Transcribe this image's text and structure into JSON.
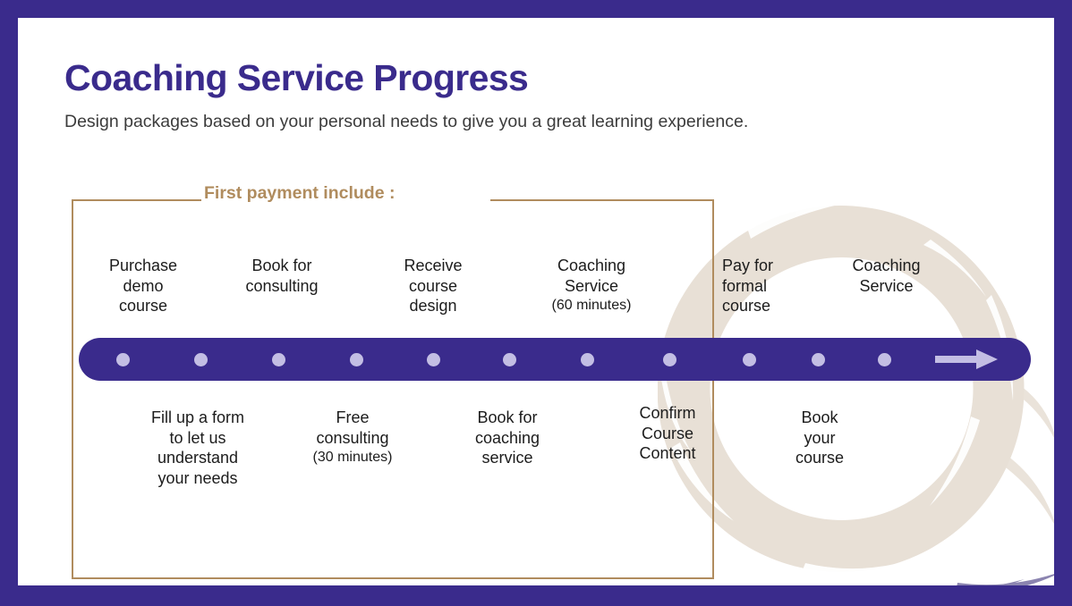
{
  "page": {
    "frame_color": "#3a2b8c",
    "canvas_color": "#ffffff",
    "accent_gold": "#b08c5e",
    "accent_purple": "#3a2b8c",
    "dot_color": "#c3bee4",
    "brush_color": "#e8e0d6"
  },
  "header": {
    "title": "Coaching Service Progress",
    "subtitle": "Design packages based on your personal needs to give you a great learning experience."
  },
  "bracket": {
    "label": "First payment include :"
  },
  "timeline": {
    "dot_count": 11,
    "arrow_icon": "arrow-right-icon"
  },
  "steps_top": [
    {
      "id": "purchase-demo-course",
      "line1": "Purchase",
      "line2": "demo",
      "line3": "course",
      "note": ""
    },
    {
      "id": "book-for-consulting",
      "line1": "Book for",
      "line2": "consulting",
      "line3": "",
      "note": ""
    },
    {
      "id": "receive-course-design",
      "line1": "Receive",
      "line2": "course",
      "line3": "design",
      "note": ""
    },
    {
      "id": "coaching-service-60",
      "line1": "Coaching",
      "line2": "Service",
      "line3": "",
      "note": "(60 minutes)"
    },
    {
      "id": "pay-for-formal-course",
      "line1": "Pay for",
      "line2": "formal",
      "line3": "course",
      "note": ""
    },
    {
      "id": "coaching-service-2",
      "line1": "Coaching",
      "line2": "Service",
      "line3": "",
      "note": ""
    }
  ],
  "steps_bottom": [
    {
      "id": "fill-up-a-form",
      "line1": "Fill up a form",
      "line2": "to let us",
      "line3": "understand",
      "line4": "your needs",
      "note": ""
    },
    {
      "id": "free-consulting",
      "line1": "Free",
      "line2": "consulting",
      "line3": "",
      "line4": "",
      "note": "(30 minutes)"
    },
    {
      "id": "book-for-coaching-service",
      "line1": "Book for",
      "line2": "coaching",
      "line3": "service",
      "line4": "",
      "note": ""
    },
    {
      "id": "confirm-course-content",
      "line1": "Confirm",
      "line2": "Course",
      "line3": "Content",
      "line4": "",
      "note": ""
    },
    {
      "id": "book-your-course",
      "line1": "Book",
      "line2": "your",
      "line3": "course",
      "line4": "",
      "note": ""
    }
  ]
}
